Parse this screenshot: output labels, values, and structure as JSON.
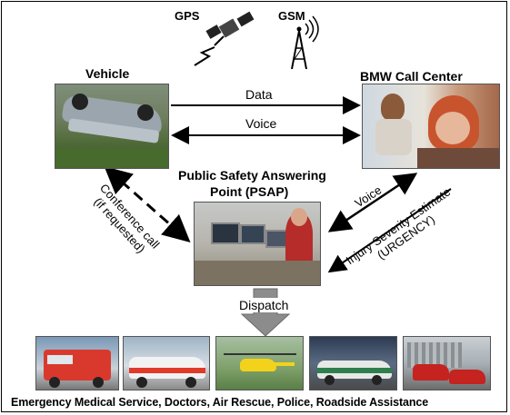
{
  "satellites": {
    "gps_label": "GPS",
    "gsm_label": "GSM"
  },
  "nodes": {
    "vehicle": "Vehicle",
    "call_center": "BMW Call Center",
    "psap_line1": "Public Safety Answering",
    "psap_line2": "Point (PSAP)"
  },
  "arrows": {
    "data": "Data",
    "voice_top": "Voice",
    "voice_right": "Voice",
    "injury_line1": "Injury Severity Estimate",
    "injury_line2": "(URGENCY)",
    "conference_line1": "Conference call",
    "conference_line2": "(if requested)",
    "dispatch": "Dispatch"
  },
  "services_caption": "Emergency Medical Service, Doctors, Air Rescue, Police, Roadside Assistance",
  "icons": {
    "gps": "satellite-icon",
    "gsm": "antenna-tower-icon"
  },
  "colors": {
    "dispatch_arrow": "#8c8c8c",
    "frame": "#000000"
  }
}
